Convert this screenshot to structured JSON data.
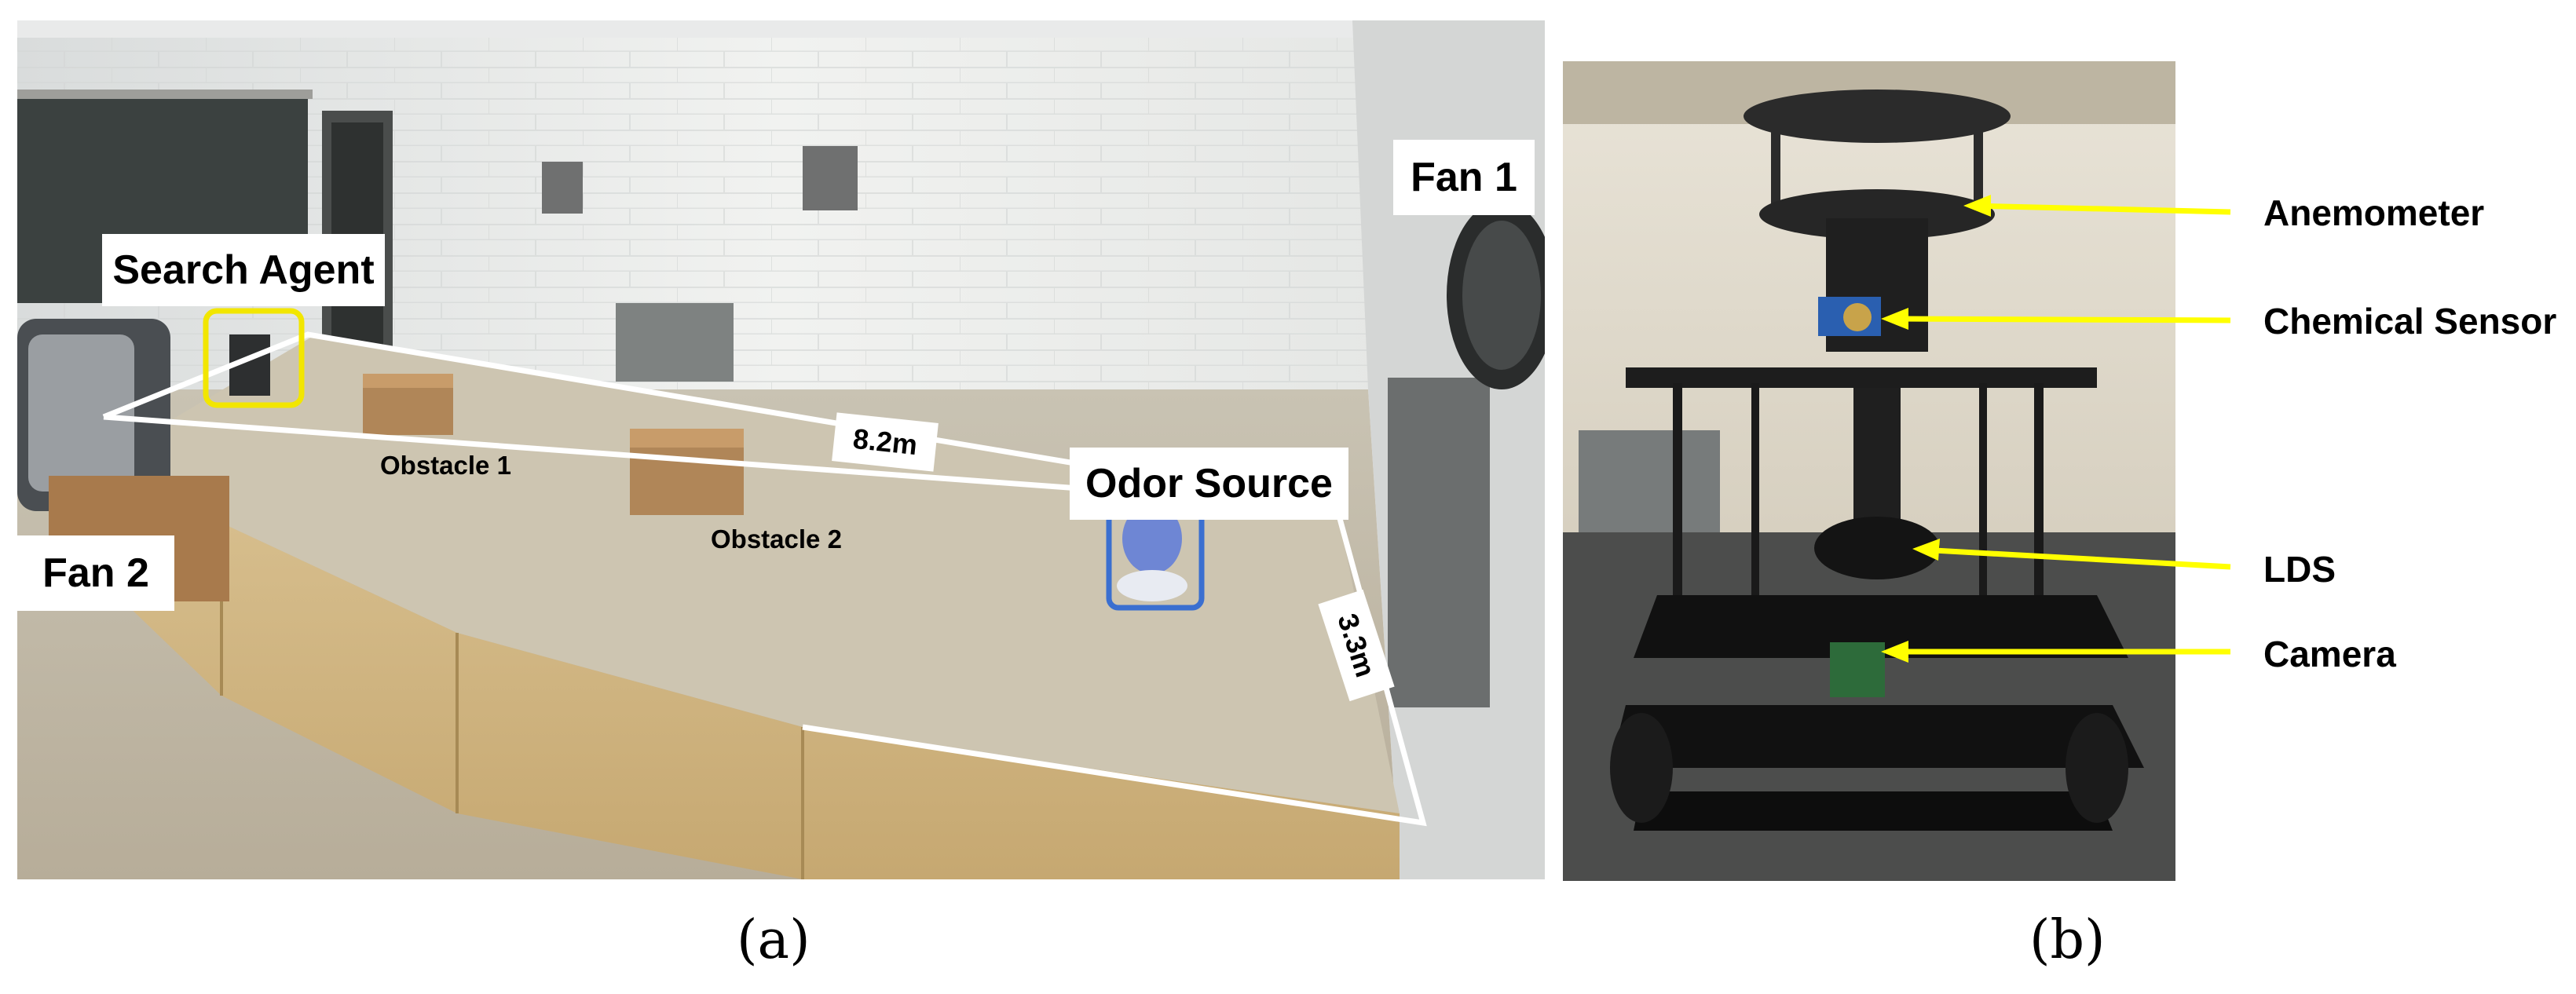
{
  "panel_a": {
    "caption": "(a)",
    "labels": {
      "search_agent": "Search Agent",
      "fan1": "Fan 1",
      "fan2": "Fan 2",
      "odor_source": "Odor Source",
      "obstacle1": "Obstacle 1",
      "obstacle2": "Obstacle 2",
      "length": "8.2m",
      "width": "3.3m"
    },
    "colors": {
      "agent_box": "#f2e600",
      "source_box": "#3a6fd0",
      "arena_outline": "#ffffff"
    }
  },
  "panel_b": {
    "caption": "(b)",
    "components": [
      "Anemometer",
      "Chemical Sensor",
      "LDS",
      "Camera"
    ],
    "colors": {
      "arrow": "#ffff00"
    }
  }
}
